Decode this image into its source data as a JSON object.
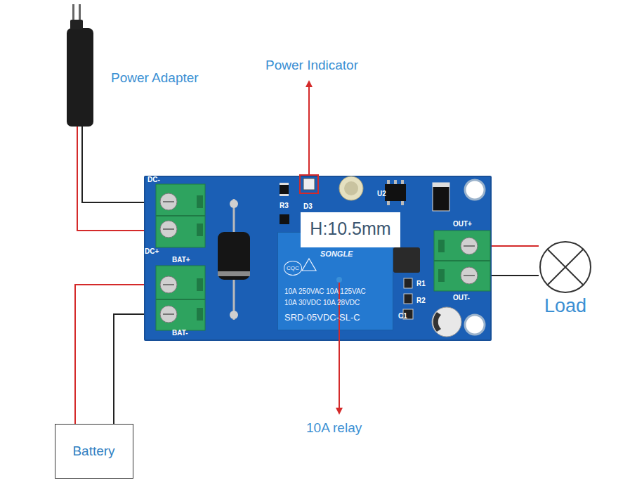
{
  "diagram": {
    "nodes": [
      {
        "text": [
          "Power Adapter"
        ]
      },
      {
        "text": [
          "DC-",
          "DC+",
          "BAT+",
          "BAT-",
          "OUT+",
          "OUT-",
          "R3",
          "D3",
          "U2",
          "R1",
          "R2",
          "C1"
        ]
      },
      {
        "text": [
          "H:10.5mm"
        ],
        "in": 1
      },
      {
        "text": [
          "SONGLE",
          "CQC",
          "10A 250VAC 10A 125VAC",
          "10A 30VDC 10A 28VDC",
          "SRD-05VDC-SL-C"
        ],
        "in": 1
      },
      {
        "text": [
          "Load"
        ]
      },
      {
        "text": [
          "Battery"
        ]
      }
    ],
    "edges": [
      {
        "from": 0,
        "to": 1,
        "arrow": "none"
      },
      {
        "from": 0,
        "to": 1,
        "arrow": "none"
      },
      {
        "from": 5,
        "to": 1,
        "arrow": "none"
      },
      {
        "from": 5,
        "to": 1,
        "arrow": "none"
      },
      {
        "from": 1,
        "to": 4,
        "arrow": "none"
      },
      {
        "from": 1,
        "to": 4,
        "arrow": "none"
      }
    ],
    "labels": [
      "Power Indicator",
      "10A relay"
    ]
  }
}
